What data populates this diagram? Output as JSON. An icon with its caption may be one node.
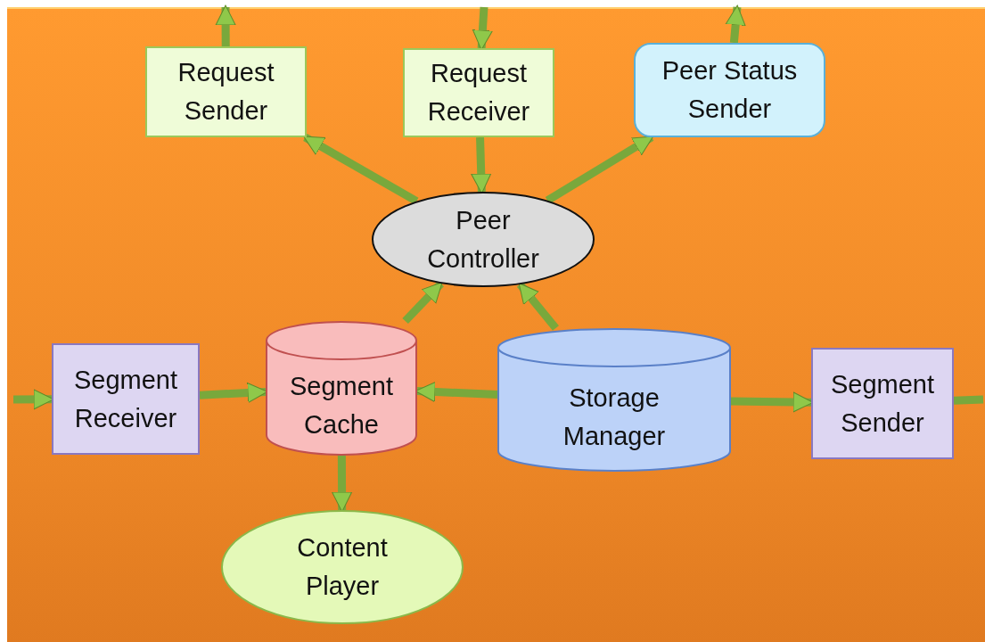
{
  "diagram": {
    "nodes": [
      {
        "text": [
          "Request Sender"
        ]
      },
      {
        "text": [
          "Request Receiver"
        ]
      },
      {
        "text": [
          "Peer Status Sender"
        ]
      },
      {
        "text": [
          "Peer Controller"
        ]
      },
      {
        "text": [
          "Segment Receiver"
        ]
      },
      {
        "text": [
          "Segment Cache"
        ]
      },
      {
        "text": [
          "Storage Manager"
        ]
      },
      {
        "text": [
          "Segment Sender"
        ]
      },
      {
        "text": [
          "Content Player"
        ]
      }
    ],
    "edges": [
      {
        "from": 0,
        "to": null,
        "arrow": "to"
      },
      {
        "from": null,
        "to": 1,
        "arrow": "to"
      },
      {
        "from": 2,
        "to": null,
        "arrow": "to"
      },
      {
        "from": 1,
        "to": 3,
        "arrow": "to"
      },
      {
        "from": 3,
        "to": 0,
        "arrow": "to"
      },
      {
        "from": 3,
        "to": 2,
        "arrow": "to"
      },
      {
        "from": 5,
        "to": 3,
        "arrow": "to"
      },
      {
        "from": 6,
        "to": 3,
        "arrow": "to"
      },
      {
        "from": null,
        "to": 4,
        "arrow": "to"
      },
      {
        "from": 4,
        "to": 5,
        "arrow": "to"
      },
      {
        "from": 6,
        "to": 5,
        "arrow": "to"
      },
      {
        "from": 6,
        "to": 7,
        "arrow": "to"
      },
      {
        "from": 7,
        "to": null,
        "arrow": "none"
      },
      {
        "from": 5,
        "to": 8,
        "arrow": "to"
      }
    ]
  }
}
